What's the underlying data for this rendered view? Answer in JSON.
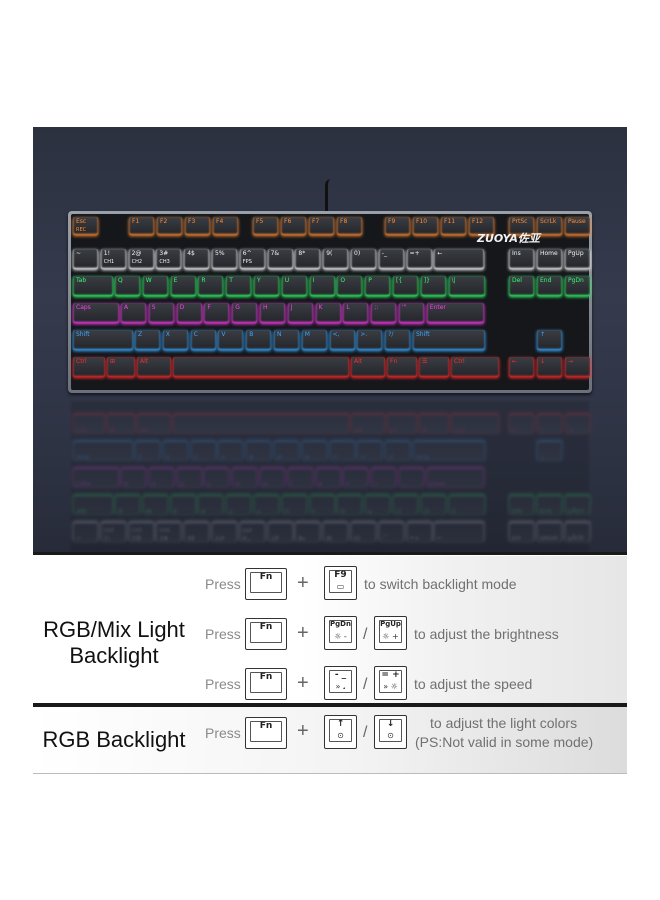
{
  "keyboard": {
    "brand_logo": "ZUOYA佐亚",
    "rows": [
      [
        {
          "top": "Esc",
          "sub": "REC",
          "c": "#ff8c33",
          "w": 22
        },
        {
          "top": "",
          "sub": "",
          "c": "#ff8c33",
          "w": 0,
          "gap": 1
        },
        {
          "top": "F1",
          "sub": "",
          "c": "#ff8c33",
          "w": 22
        },
        {
          "top": "F2",
          "sub": "",
          "c": "#ff8c33",
          "w": 22
        },
        {
          "top": "F3",
          "sub": "",
          "c": "#ff8c33",
          "w": 22
        },
        {
          "top": "F4",
          "sub": "",
          "c": "#ff8c33",
          "w": 22
        },
        {
          "top": "F5",
          "sub": "",
          "c": "#ff8c33",
          "w": 22
        },
        {
          "top": "F6",
          "sub": "",
          "c": "#ff8c33",
          "w": 22
        },
        {
          "top": "F7",
          "sub": "",
          "c": "#ff8c33",
          "w": 22
        },
        {
          "top": "F8",
          "sub": "",
          "c": "#ff8c33",
          "w": 22
        },
        {
          "top": "F9",
          "sub": "",
          "c": "#ff8c33",
          "w": 22
        },
        {
          "top": "F10",
          "sub": "",
          "c": "#ff8c33",
          "w": 22
        },
        {
          "top": "F11",
          "sub": "",
          "c": "#ff8c33",
          "w": 22
        },
        {
          "top": "F12",
          "sub": "",
          "c": "#ff8c33",
          "w": 22
        },
        {
          "top": "PrtSc",
          "sub": "",
          "c": "#ff8c33",
          "w": 22
        },
        {
          "top": "ScrLk",
          "sub": "",
          "c": "#ff8c33",
          "w": 22
        },
        {
          "top": "Pause",
          "sub": "",
          "c": "#ff8c33",
          "w": 22
        }
      ]
    ],
    "row2": [
      "~",
      "1!",
      "2@",
      "3#",
      "4$",
      "5%",
      "6^",
      "7&",
      "8*",
      "9(",
      "0)",
      "-_",
      "=+",
      "←",
      "Ins",
      "Home",
      "PgUp"
    ],
    "row2_sub": [
      "",
      "CH1",
      "CH2",
      "CH3",
      "",
      "",
      "FPS",
      "",
      "",
      "",
      "",
      "",
      "",
      "",
      "",
      "",
      ""
    ],
    "row3": [
      "Tab",
      "Q",
      "W",
      "E",
      "R",
      "T",
      "Y",
      "U",
      "I",
      "O",
      "P",
      "[{",
      "]}",
      "\\|",
      "Del",
      "End",
      "PgDn"
    ],
    "row4": [
      "Caps",
      "A",
      "S",
      "D",
      "F",
      "G",
      "H",
      "J",
      "K",
      "L",
      ";:",
      "'\"",
      "Enter"
    ],
    "row5": [
      "Shift",
      "Z",
      "X",
      "C",
      "V",
      "B",
      "N",
      "M",
      "<,",
      ">.",
      "?/",
      "Shift",
      "↑"
    ],
    "row6": [
      "Ctrl",
      "⊞",
      "Alt",
      "",
      "Alt",
      "Fn",
      "☰",
      "Ctrl",
      "←",
      "↓",
      "→"
    ],
    "colors": {
      "row1": "#ff8c33",
      "row2": "#ffffff",
      "row3": "#32ff6a",
      "row4": "#ff3cf0",
      "row5": "#3aa8ff",
      "row6": "#ff2a2a"
    }
  },
  "rgb_mix": {
    "title_line1": "RGB/Mix Light",
    "title_line2": "Backlight",
    "press_label": "Press",
    "row1": {
      "key1": "Fn",
      "key2_top": "F9",
      "key2_sub": "▭",
      "desc": "to switch backlight mode"
    },
    "row2": {
      "key1": "Fn",
      "key2_top": "PgDn",
      "key2_sub": "☼ -",
      "key3_top": "PgUp",
      "key3_sub": "☼ +",
      "desc": "to adjust the brightness"
    },
    "row3": {
      "key1": "Fn",
      "key2_top": "- _",
      "key2_sub": "» 𝅘",
      "key3_top": "= +",
      "key3_sub": "» ☼",
      "desc": "to adjust the speed"
    },
    "plus": "+",
    "slash": "/"
  },
  "rgb": {
    "title": "RGB Backlight",
    "press_label": "Press",
    "key1": "Fn",
    "key2_top": "↑",
    "key2_sub": "⊙",
    "key3_top": "↓",
    "key3_sub": "⊙",
    "desc_line1": "to adjust the light colors",
    "desc_line2": "(PS:Not valid in some mode)"
  },
  "icons": {
    "keyboard_photo": "mechanical-keyboard-photo"
  }
}
